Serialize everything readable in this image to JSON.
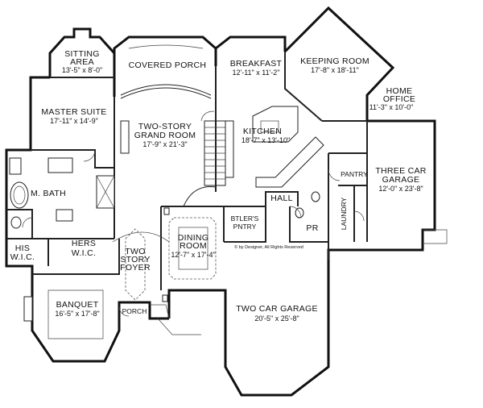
{
  "rooms": {
    "sitting_area": {
      "name_1": "SITTING",
      "name_2": "AREA",
      "dim": "13'-5\" x 8'-0\""
    },
    "covered_porch": {
      "name": "COVERED PORCH"
    },
    "breakfast": {
      "name": "BREAKFAST",
      "dim": "12'-11\" x 11'-2\""
    },
    "keeping_room": {
      "name": "KEEPING ROOM",
      "dim": "17'-8\" x 18'-11\""
    },
    "master_suite": {
      "name": "MASTER SUITE",
      "dim": "17'-11\" x 14'-9\""
    },
    "grand_room": {
      "name_1": "TWO-STORY",
      "name_2": "GRAND ROOM",
      "dim": "17'-9\" x 21'-3\""
    },
    "kitchen": {
      "name": "KITCHEN",
      "dim": "18'-7\" x 13'-10\""
    },
    "home_office": {
      "name_1": "HOME",
      "name_2": "OFFICE",
      "dim": "11'-3\" x 10'-0\""
    },
    "pantry": {
      "name": "PANTRY"
    },
    "three_car_garage": {
      "name_1": "THREE CAR",
      "name_2": "GARAGE",
      "dim": "12'-0\" x 23'-8\""
    },
    "m_bath": {
      "name": "M. BATH"
    },
    "hall": {
      "name": "HALL"
    },
    "btlers_pntry": {
      "name_1": "BTLER'S",
      "name_2": "PNTRY"
    },
    "pr": {
      "name": "PR"
    },
    "laundry": {
      "name": "LAUNDRY"
    },
    "his_wic": {
      "name_1": "HIS",
      "name_2": "W.I.C."
    },
    "hers_wic": {
      "name_1": "HERS",
      "name_2": "W.I.C."
    },
    "two_story_foyer": {
      "name_1": "TWO",
      "name_2": "STORY",
      "name_3": "FOYER"
    },
    "dining_room": {
      "name_1": "DINING",
      "name_2": "ROOM",
      "dim": "12'-7\" x 17'-4\""
    },
    "banquet": {
      "name": "BANQUET",
      "dim": "16'-5\" x 17'-8\""
    },
    "porch": {
      "name": "PORCH"
    },
    "two_car_garage": {
      "name": "TWO CAR GARAGE",
      "dim": "20'-5\" x 25'-8\""
    }
  },
  "copyright": "© by Designer, All Rights Reserved"
}
